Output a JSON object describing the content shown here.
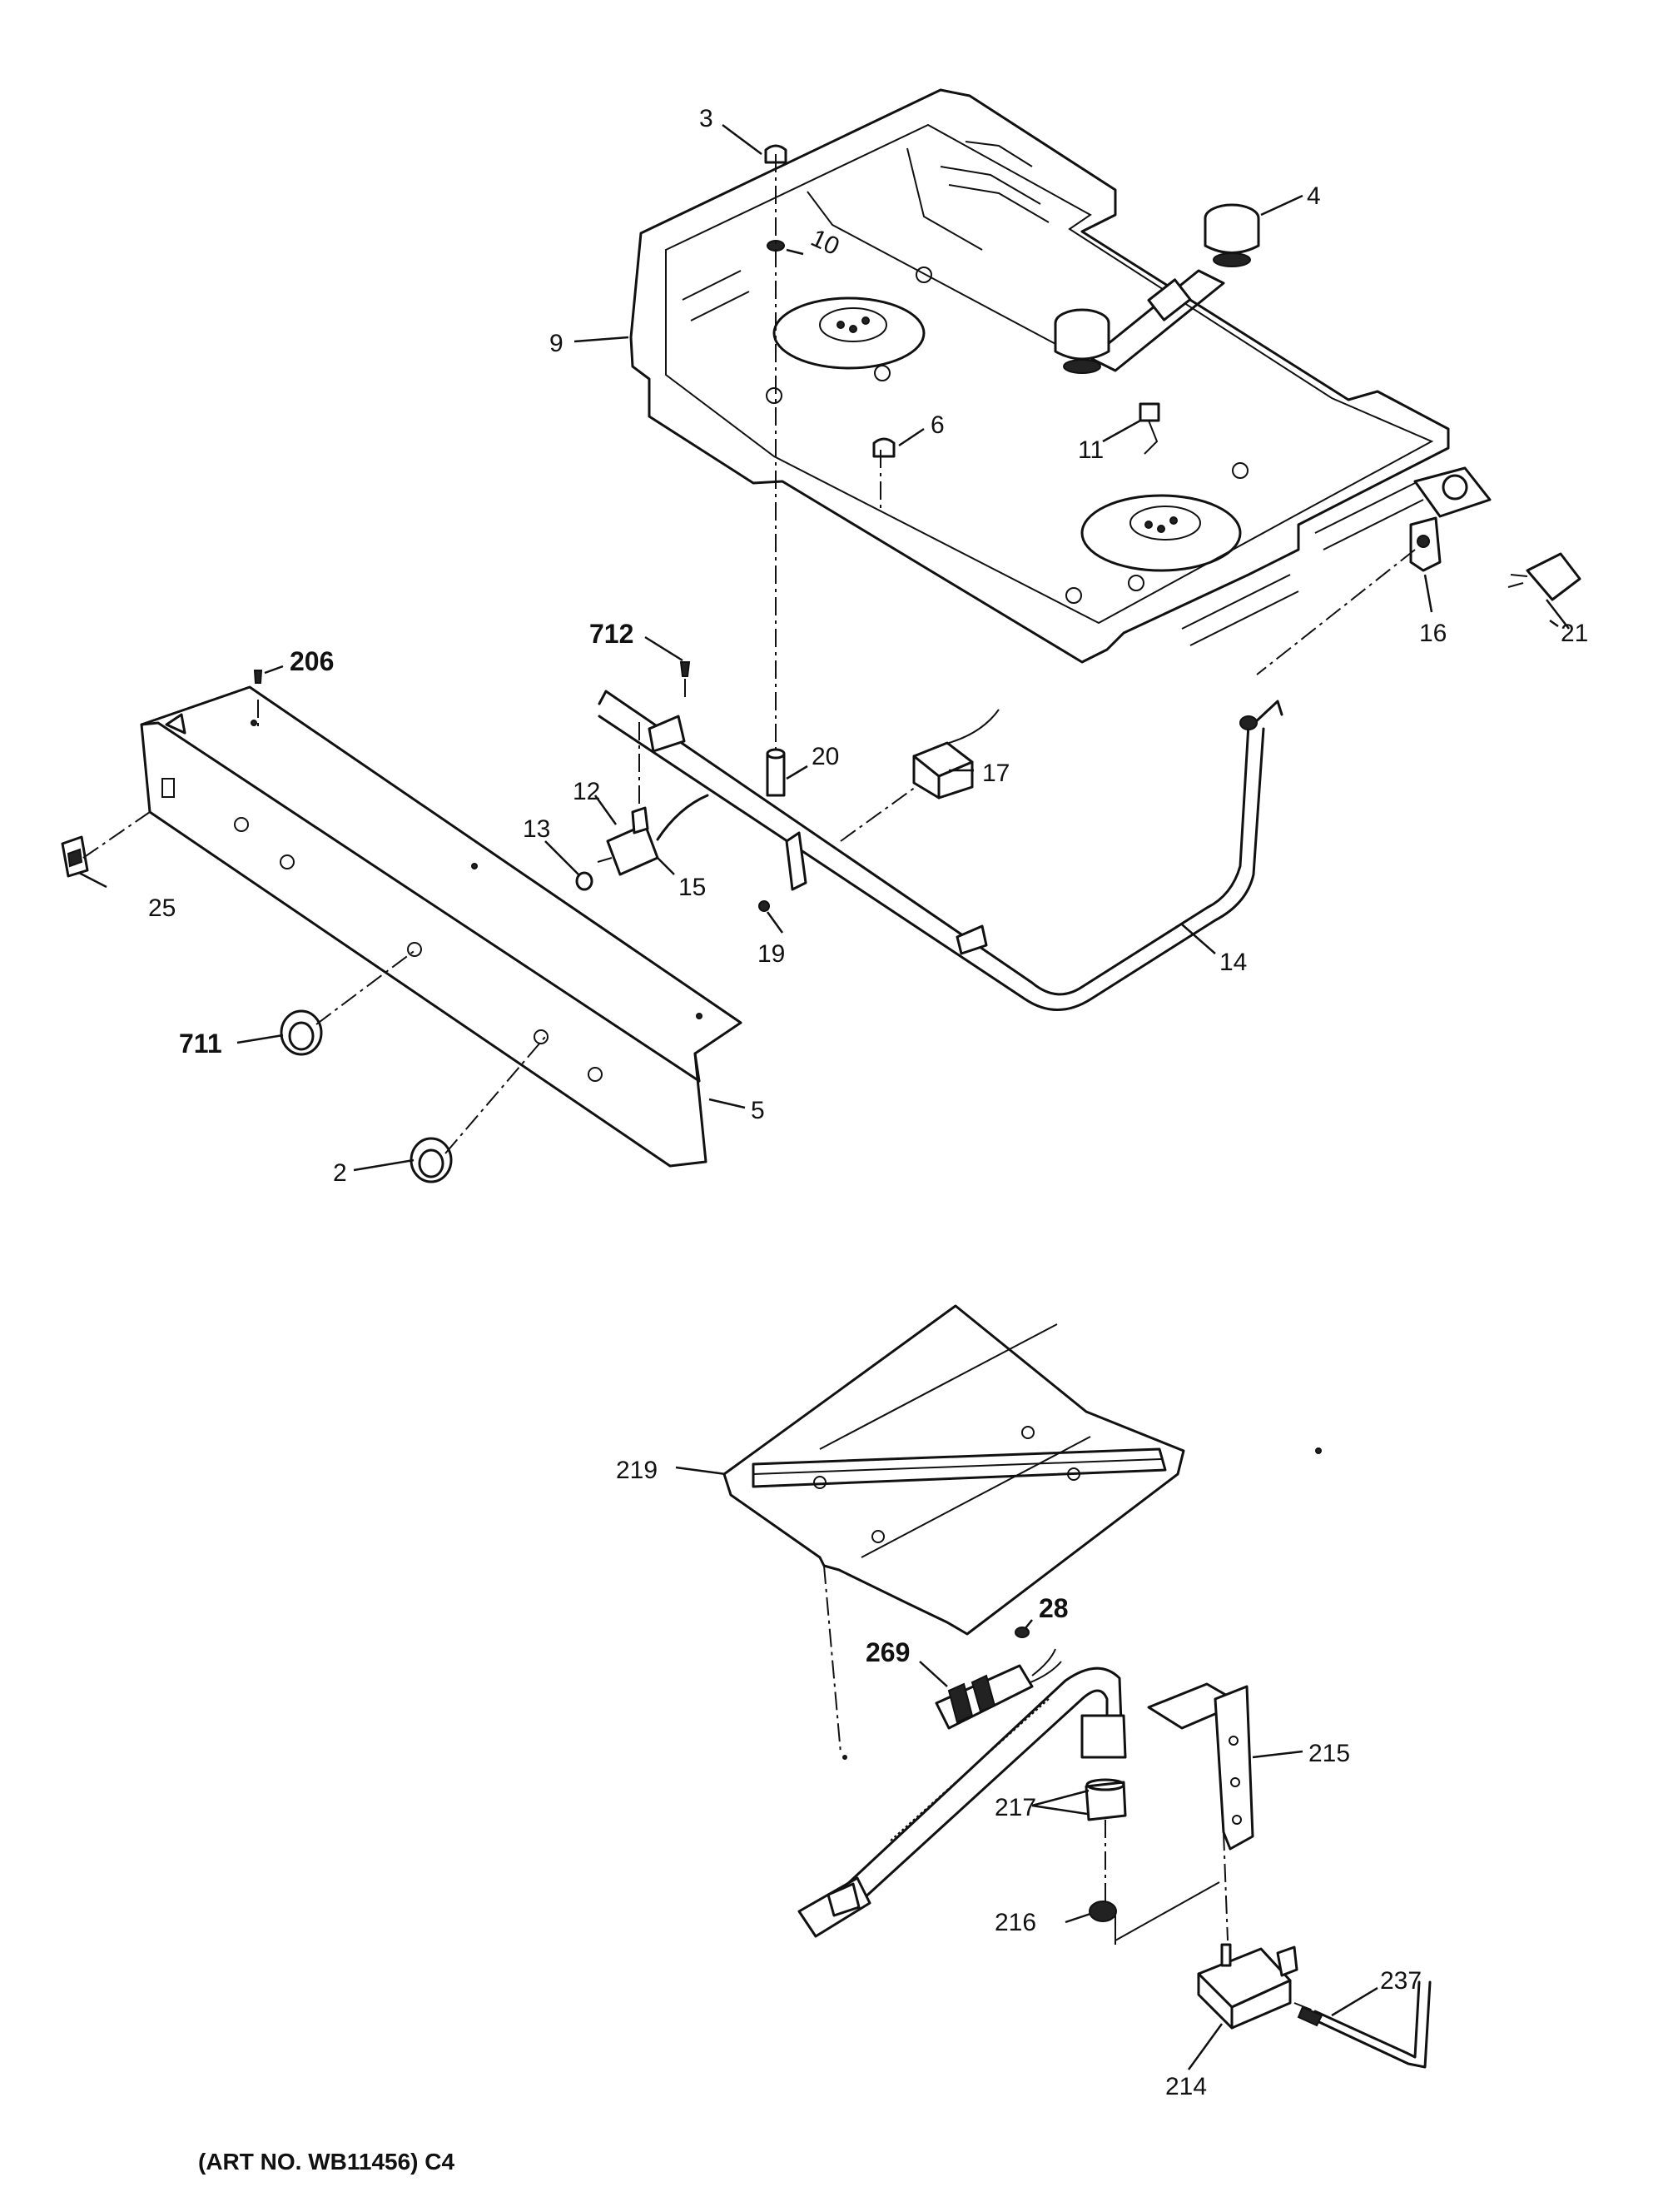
{
  "callouts": {
    "c3": "3",
    "c10": "10",
    "c4": "4",
    "c9": "9",
    "c6": "6",
    "c11": "11",
    "c16": "16",
    "c21": "21",
    "c206": "206",
    "c712": "712",
    "c20": "20",
    "c17": "17",
    "c12": "12",
    "c13": "13",
    "c15": "15",
    "c19": "19",
    "c14": "14",
    "c25": "25",
    "c711": "711",
    "c2": "2",
    "c5": "5",
    "c219": "219",
    "c28": "28",
    "c269": "269",
    "c215": "215",
    "c217": "217",
    "c216": "216",
    "c237": "237",
    "c214": "214"
  },
  "caption": "(ART NO. WB11456) C4"
}
